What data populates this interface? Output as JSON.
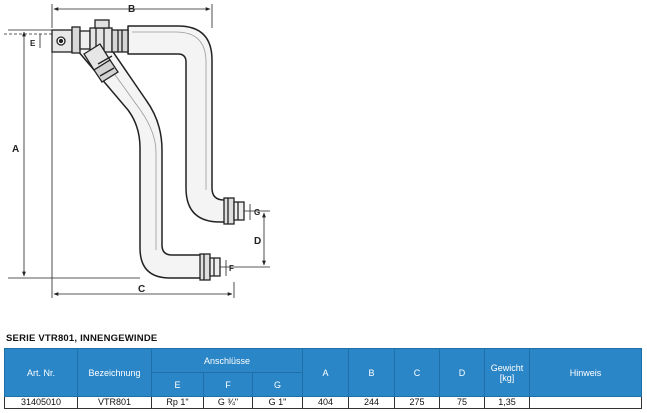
{
  "drawing": {
    "dimension_labels": {
      "A": "A",
      "B": "B",
      "C": "C",
      "D": "D",
      "E": "E",
      "F": "F",
      "G": "G"
    },
    "colors": {
      "pipe_fill": "#f4f4f4",
      "pipe_stroke": "#222222",
      "dimension_line": "#222222"
    }
  },
  "series_title": "SERIE VTR801, INNENGEWINDE",
  "table": {
    "headers": {
      "art_nr": "Art. Nr.",
      "bezeichnung": "Bezeichnung",
      "anschluesse": "Anschlüsse",
      "e": "E",
      "f": "F",
      "g": "G",
      "a": "A",
      "b": "B",
      "c": "C",
      "d": "D",
      "gewicht_line1": "Gewicht",
      "gewicht_line2": "[kg]",
      "hinweis": "Hinweis"
    },
    "rows": [
      {
        "art_nr": "31405010",
        "bezeichnung": "VTR801",
        "e": "Rp 1\"",
        "f": "G ¾\"",
        "g": "G 1\"",
        "a": "404",
        "b": "244",
        "c": "275",
        "d": "75",
        "gewicht": "1,35",
        "hinweis": ""
      }
    ],
    "colors": {
      "header_bg": "#2b86c8",
      "header_text": "#ffffff",
      "border": "#333333"
    }
  }
}
